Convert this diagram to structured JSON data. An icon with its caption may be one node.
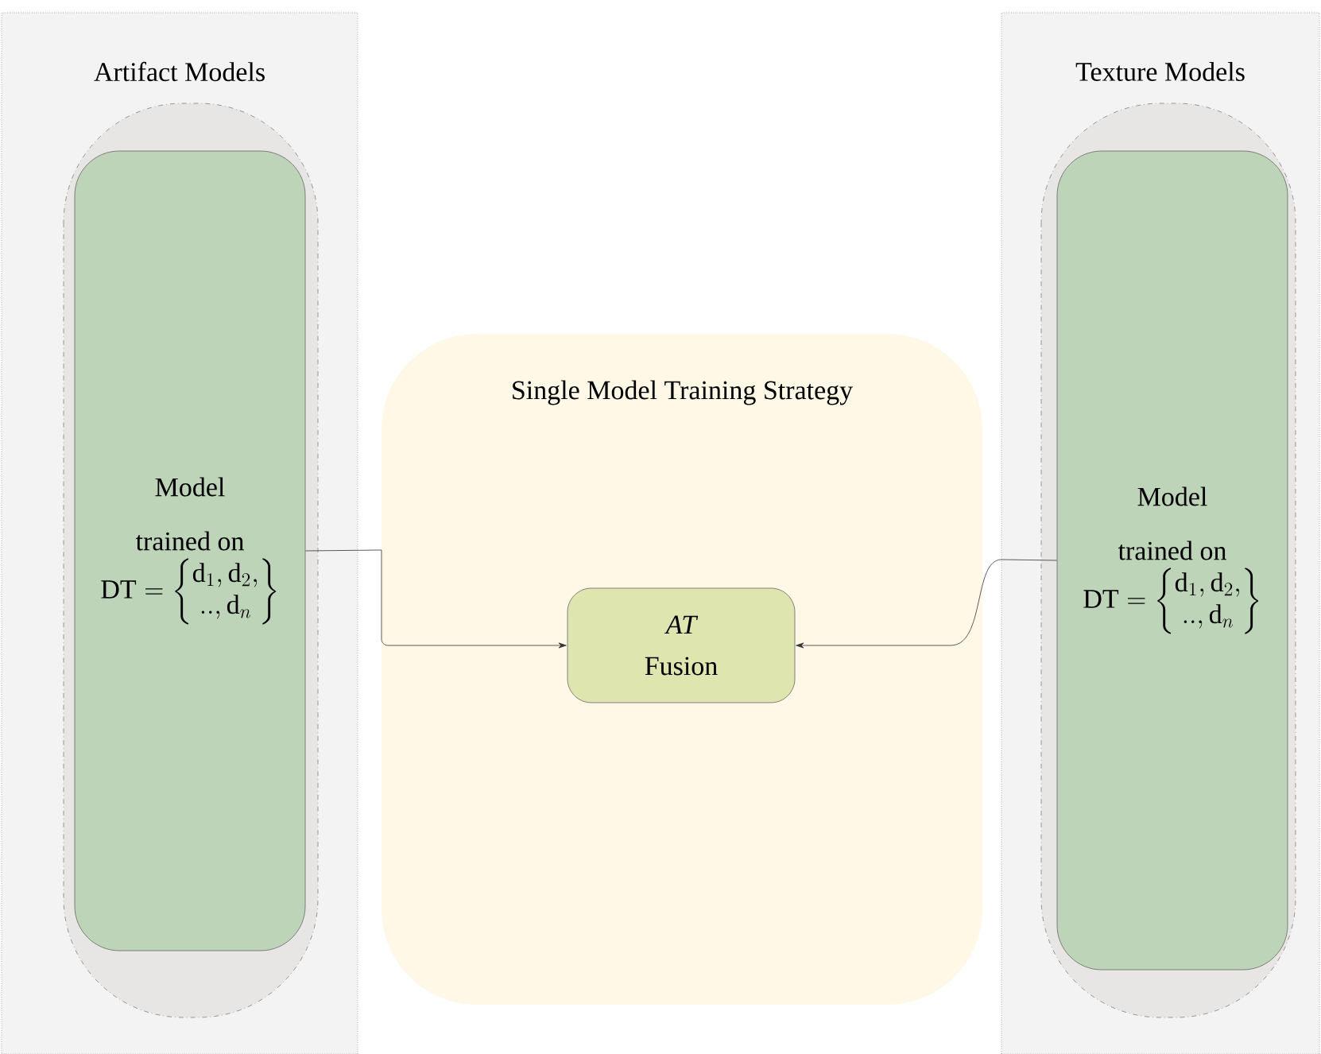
{
  "diagram": {
    "nodes": [
      {
        "text": [
          "Artifact Models"
        ]
      },
      {
        "text": [
          "Model trained on",
          "\\mathrm{DT}=\\left\\{\\begin{matrix}\\mathrm{d}_1,\\mathrm{d}_2,\\\\ ..,\\mathrm{d}_n\\end{matrix}\\right\\}"
        ],
        "in": 0
      },
      {
        "text": [
          "Single Model Training Strategy"
        ]
      },
      {
        "text": [
          "AT",
          "Fusion"
        ],
        "in": 2
      },
      {
        "text": [
          "Texture Models"
        ]
      },
      {
        "text": [
          "Model trained on",
          "\\mathrm{DT}=\\left\\{\\begin{matrix}\\mathrm{d}_1,\\mathrm{d}_2,\\\\ ..,\\mathrm{d}_n\\end{matrix}\\right\\}"
        ],
        "in": 4
      }
    ],
    "edges": [
      {
        "from": 1,
        "to": 3,
        "arrow": "to"
      },
      {
        "from": 5,
        "to": 3,
        "arrow": "to"
      }
    ]
  }
}
